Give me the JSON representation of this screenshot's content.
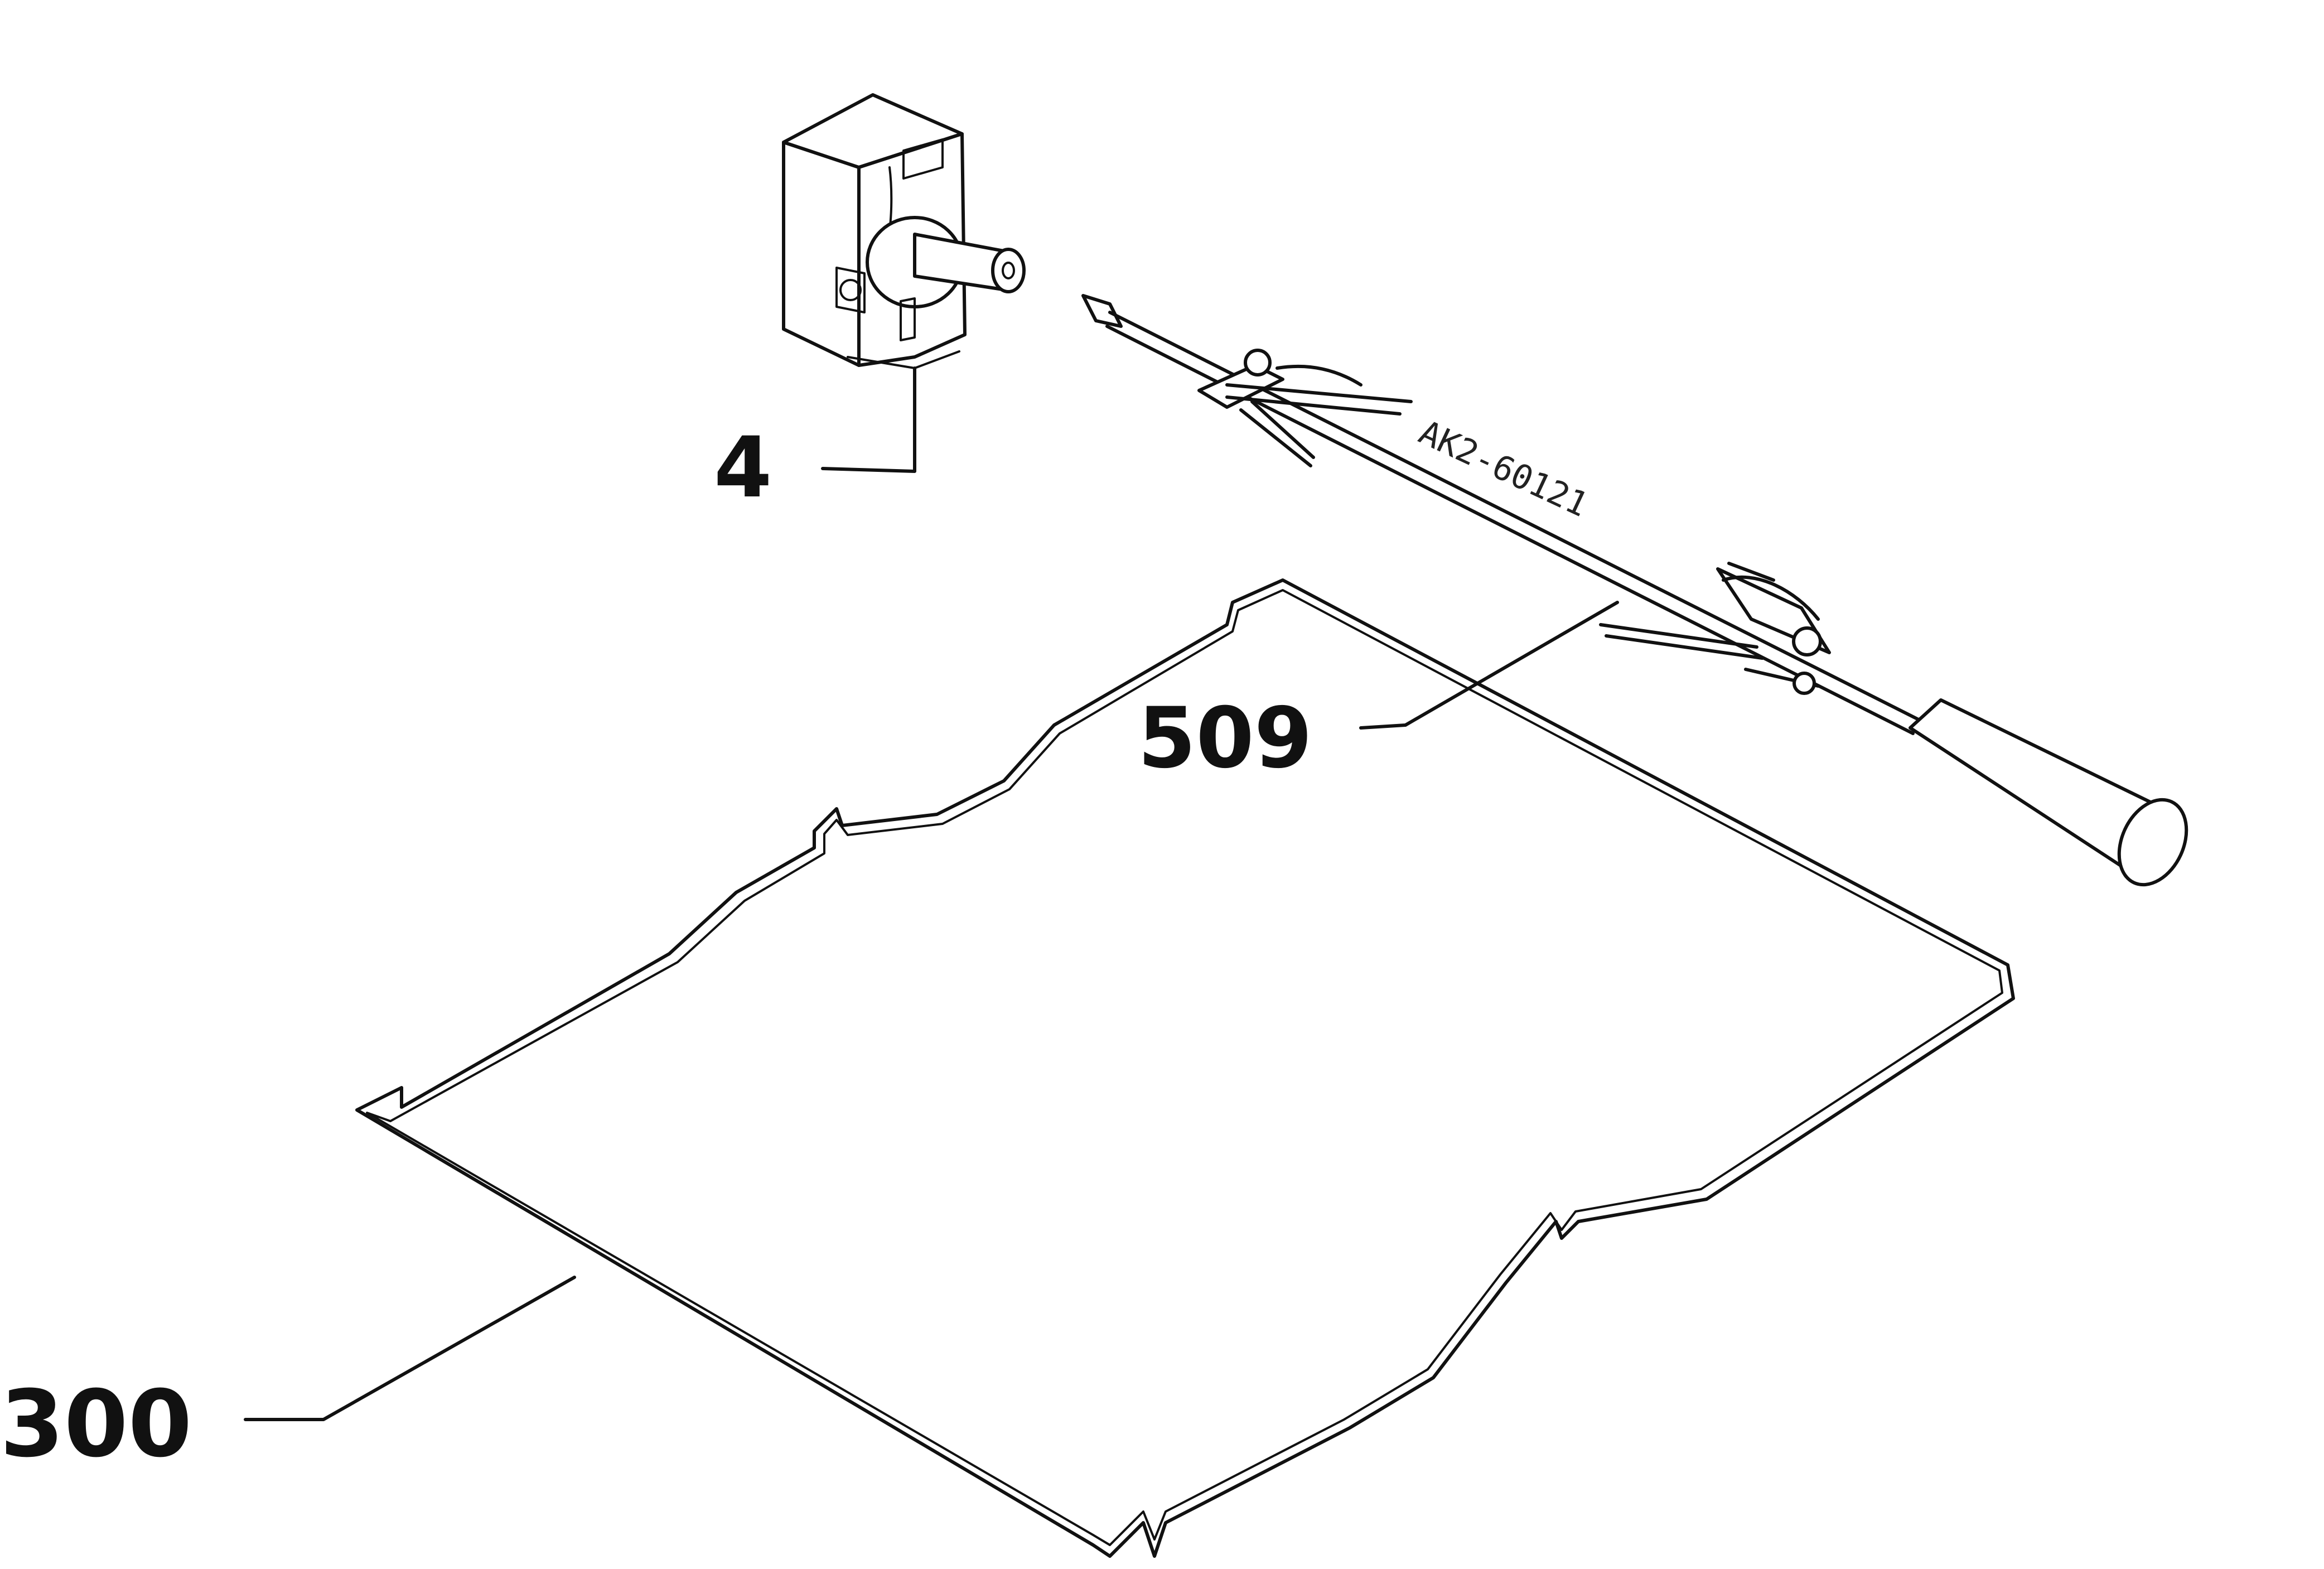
{
  "parts": {
    "motor": {
      "callout": "4"
    },
    "spit": {
      "callout": "509",
      "stamped_code": "AK2-60121"
    },
    "rack": {
      "callout": "300"
    }
  },
  "colors": {
    "line": "#111111",
    "background": "#ffffff"
  }
}
